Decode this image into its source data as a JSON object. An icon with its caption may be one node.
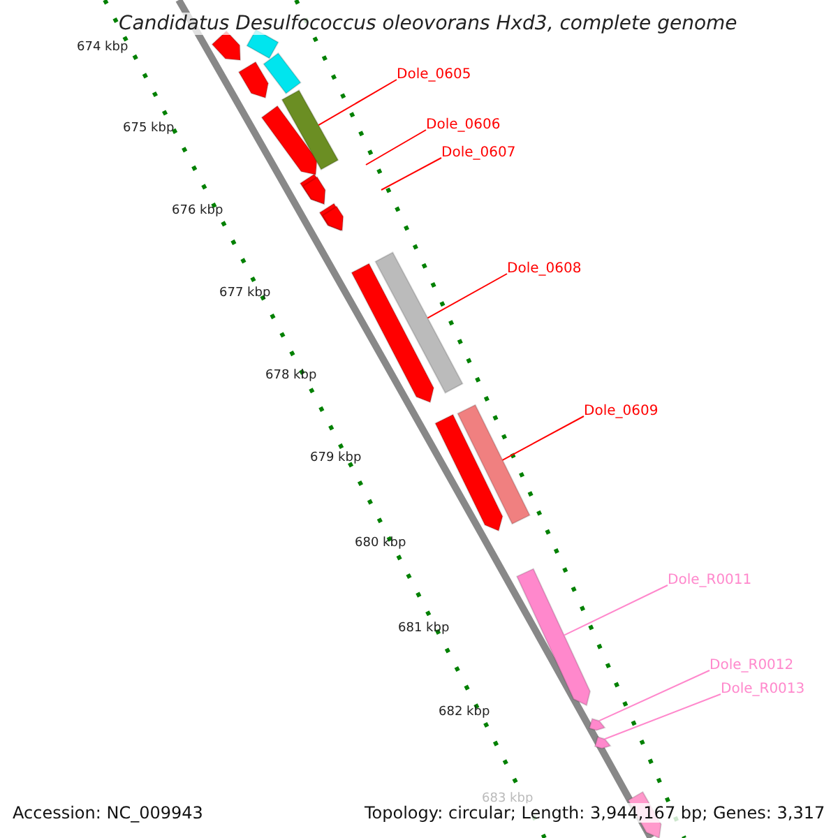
{
  "diagram": {
    "title": "Candidatus Desulfococcus oleovorans Hxd3, complete genome",
    "nodes": [
      {
        "text": [
          "Dole_0605"
        ]
      },
      {
        "text": [],
        "shape": "bar"
      },
      {
        "text": [
          "Dole_0606"
        ]
      },
      {
        "text": [
          "Dole_0607"
        ]
      },
      {
        "text": [
          "Dole_0608"
        ]
      },
      {
        "text": [],
        "shape": "bar"
      },
      {
        "text": [
          "Dole_0609"
        ]
      },
      {
        "text": [],
        "shape": "bar"
      },
      {
        "text": [
          "Dole_R0011"
        ]
      },
      {
        "text": [],
        "shape": "bar"
      },
      {
        "text": [
          "Dole_R0012"
        ]
      },
      {
        "text": [],
        "shape": "bar"
      },
      {
        "text": [
          "Dole_R0013"
        ]
      },
      {
        "text": [],
        "shape": "bar"
      }
    ],
    "edges": [
      {
        "from": 0,
        "to": 1,
        "arrow": "none"
      },
      {
        "from": 2,
        "to": null,
        "arrow": "none"
      },
      {
        "from": 3,
        "to": null,
        "arrow": "none"
      },
      {
        "from": 4,
        "to": 5,
        "arrow": "none"
      },
      {
        "from": 6,
        "to": 7,
        "arrow": "none"
      },
      {
        "from": 8,
        "to": 9,
        "arrow": "none",
        "color": "#ff88cc"
      },
      {
        "from": 10,
        "to": 11,
        "arrow": "none",
        "color": "#ff88cc"
      },
      {
        "from": 12,
        "to": 13,
        "arrow": "none",
        "color": "#ff88cc"
      }
    ],
    "labels": [
      "674 kbp",
      "675 kbp",
      "676 kbp",
      "677 kbp",
      "678 kbp",
      "679 kbp",
      "680 kbp",
      "681 kbp",
      "682 kbp",
      "683 kbp",
      "Accession: NC_009943",
      "Topology: circular; Length: 3,944,167 bp; Genes: 3,317"
    ]
  }
}
